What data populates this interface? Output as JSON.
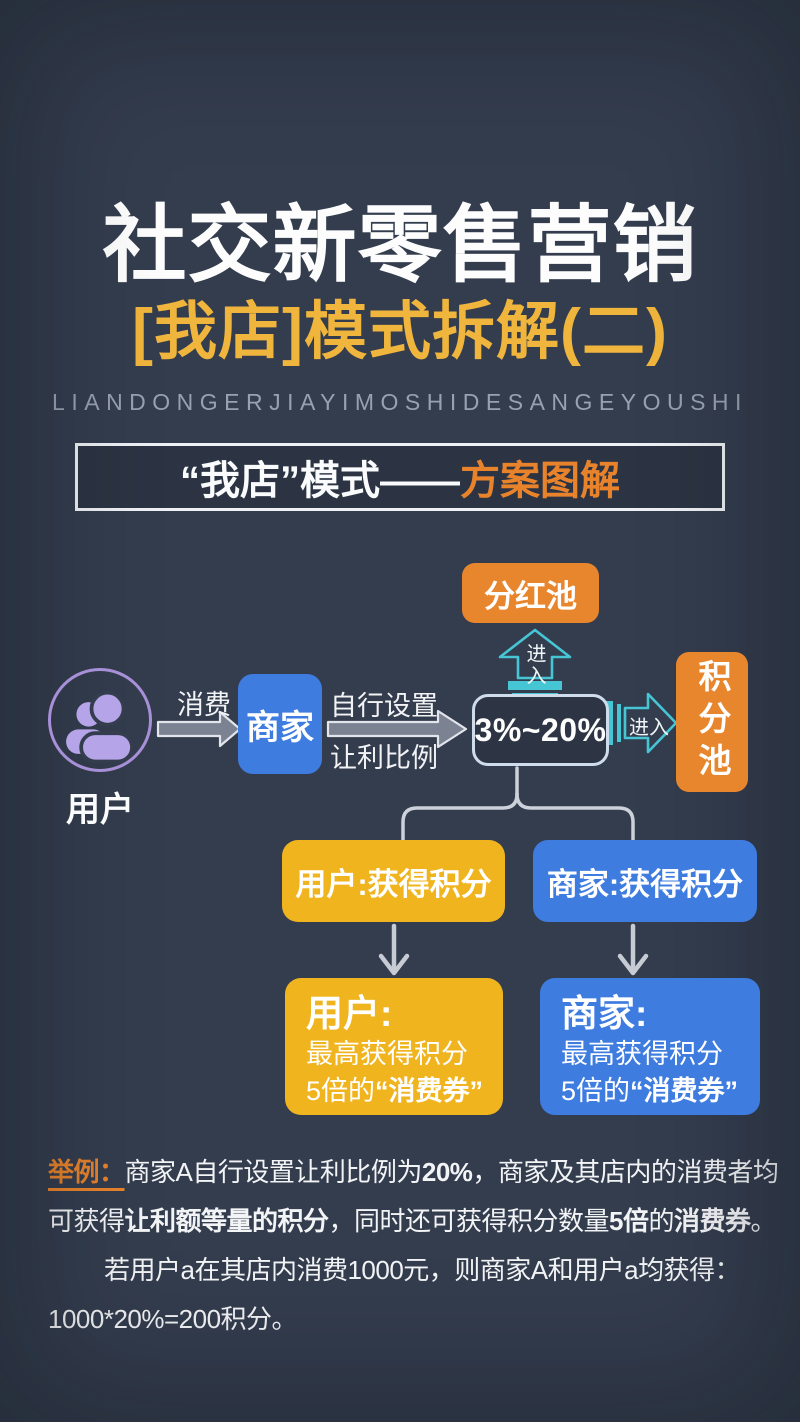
{
  "title": {
    "line1": "社交新零售营销",
    "line2": "[我店]模式拆解(二)",
    "pinyin": "LIANDONGERJIAYIMOSHIDESANGEYOUSHI"
  },
  "section": {
    "white": "“我店”模式——",
    "orange": "方案图解"
  },
  "flow": {
    "dividend_pool": "分红池",
    "enter_up": "进入",
    "enter_right": "进入",
    "user_label": "用户",
    "consume": "消费",
    "merchant": "商家",
    "set_line1": "自行设置",
    "set_line2": "让利比例",
    "percent": "3%~20%",
    "points_pool": "积分池",
    "user_points": "用户:获得积分",
    "merchant_points": "商家:获得积分",
    "user_big": {
      "title": "用户:",
      "line1": "最高获得积分",
      "line2a": "5倍的",
      "line2b": "“消费券”"
    },
    "merchant_big": {
      "title": "商家:",
      "line1": "最高获得积分",
      "line2a": "5倍的",
      "line2b": "“消费券”"
    }
  },
  "example": {
    "label": "举例：",
    "l1a": "商家A自行设置让利比例为",
    "l1b": "20%",
    "l1c": "，商家及其店内的消费者均",
    "l2a": "可获得",
    "l2b": "让利额等量的积分",
    "l2c": "，同时还可获得积分数量",
    "l2d": "5倍",
    "l2e": "的",
    "l2f": "消费券",
    "l2g": "。",
    "l3": "若用户a在其店内消费1000元，则商家A和用户a均获得：",
    "l4": "1000*20%=200积分。"
  },
  "colors": {
    "background": "#343d4e",
    "orange": "#e8862d",
    "orange_text": "#e8832c",
    "gold_title": "#f0b53c",
    "yellow_box": "#f0b41e",
    "blue_box": "#3e7ce0",
    "teal_arrow": "#46c5d4",
    "purple_ring": "#a890d8",
    "purple_icon": "#b5a4e7",
    "gray_pinyin": "#98a1b0",
    "white_text": "#fdfdfd"
  }
}
